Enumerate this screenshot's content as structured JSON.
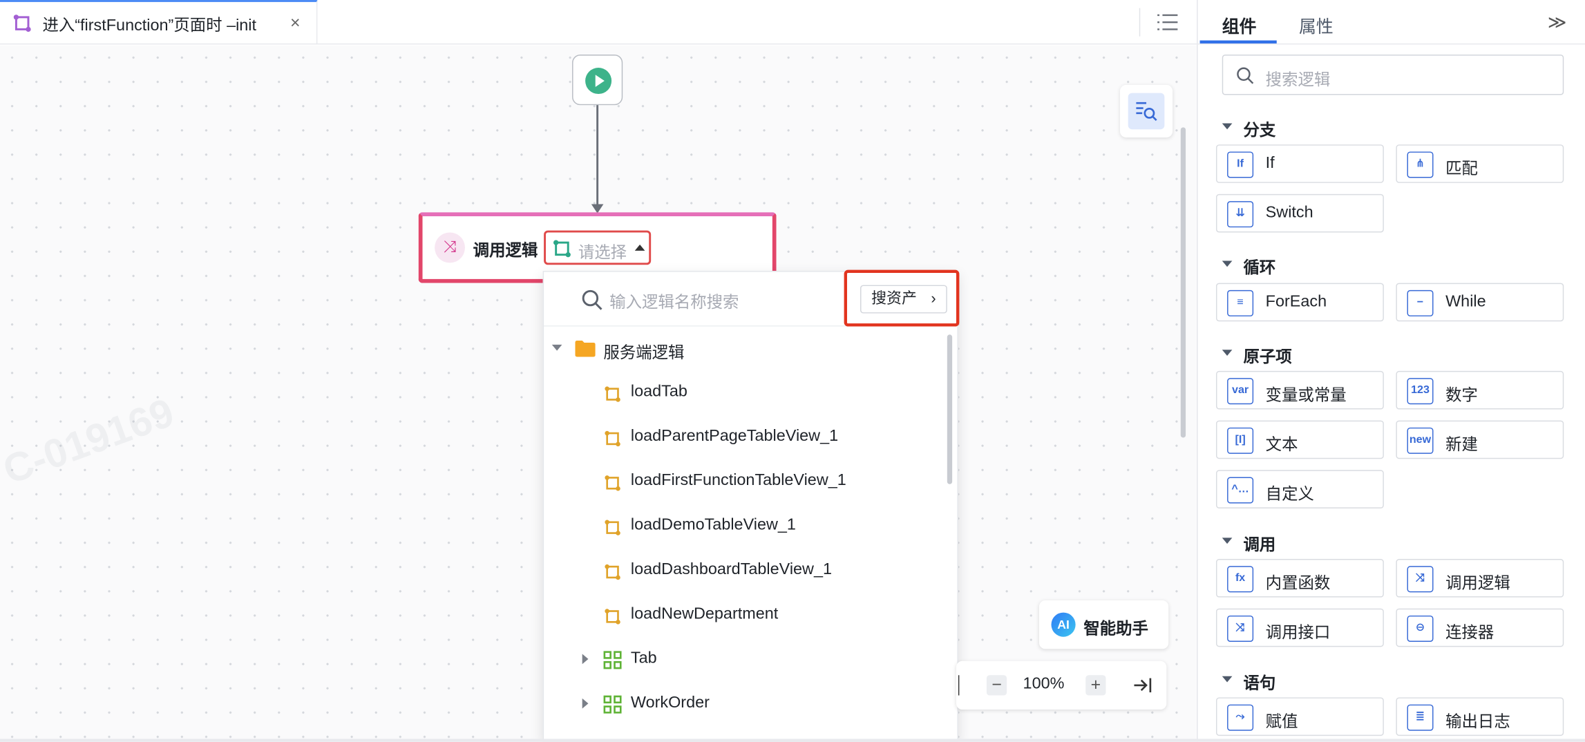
{
  "tab": {
    "title": "进入“firstFunction”页面时 –init",
    "close": "×"
  },
  "canvas": {
    "call_node": {
      "label": "调用逻辑",
      "select_placeholder": "请选择"
    },
    "watermark": "C-019169",
    "ai_assistant": {
      "icon_text": "AI",
      "label": "智能助手"
    },
    "zoom": {
      "minus": "−",
      "level": "100%",
      "plus": "+"
    }
  },
  "dropdown": {
    "search_placeholder": "输入逻辑名称搜索",
    "asset_button": "搜资产",
    "folder": "服务端逻辑",
    "items": [
      "loadTab",
      "loadParentPageTableView_1",
      "loadFirstFunctionTableView_1",
      "loadDemoTableView_1",
      "loadDashboardTableView_1",
      "loadNewDepartment"
    ],
    "groups": [
      "Tab",
      "WorkOrder"
    ]
  },
  "panel": {
    "tabs": [
      "组件",
      "属性"
    ],
    "collapse": "≫",
    "search_placeholder": "搜索逻辑",
    "groups": {
      "branch": {
        "title": "分支",
        "items": [
          {
            "icon": "If",
            "label": "If"
          },
          {
            "icon": "⋔",
            "label": "匹配"
          },
          {
            "icon": "⇊",
            "label": "Switch"
          }
        ]
      },
      "loop": {
        "title": "循环",
        "items": [
          {
            "icon": "≡",
            "label": "ForEach"
          },
          {
            "icon": "−",
            "label": "While"
          }
        ]
      },
      "atom": {
        "title": "原子项",
        "items": [
          {
            "icon": "var",
            "label": "变量或常量"
          },
          {
            "icon": "123",
            "label": "数字"
          },
          {
            "icon": "[I]",
            "label": "文本"
          },
          {
            "icon": "new",
            "label": "新建"
          },
          {
            "icon": "^…",
            "label": "自定义"
          }
        ]
      },
      "call": {
        "title": "调用",
        "items": [
          {
            "icon": "fx",
            "label": "内置函数"
          },
          {
            "icon": "⤨",
            "label": "调用逻辑"
          },
          {
            "icon": "⤨",
            "label": "调用接口"
          },
          {
            "icon": "⊖",
            "label": "连接器"
          }
        ]
      },
      "stmt": {
        "title": "语句",
        "items": [
          {
            "icon": "⤳",
            "label": "赋值"
          },
          {
            "icon": "≣",
            "label": "输出日志"
          }
        ]
      }
    }
  }
}
